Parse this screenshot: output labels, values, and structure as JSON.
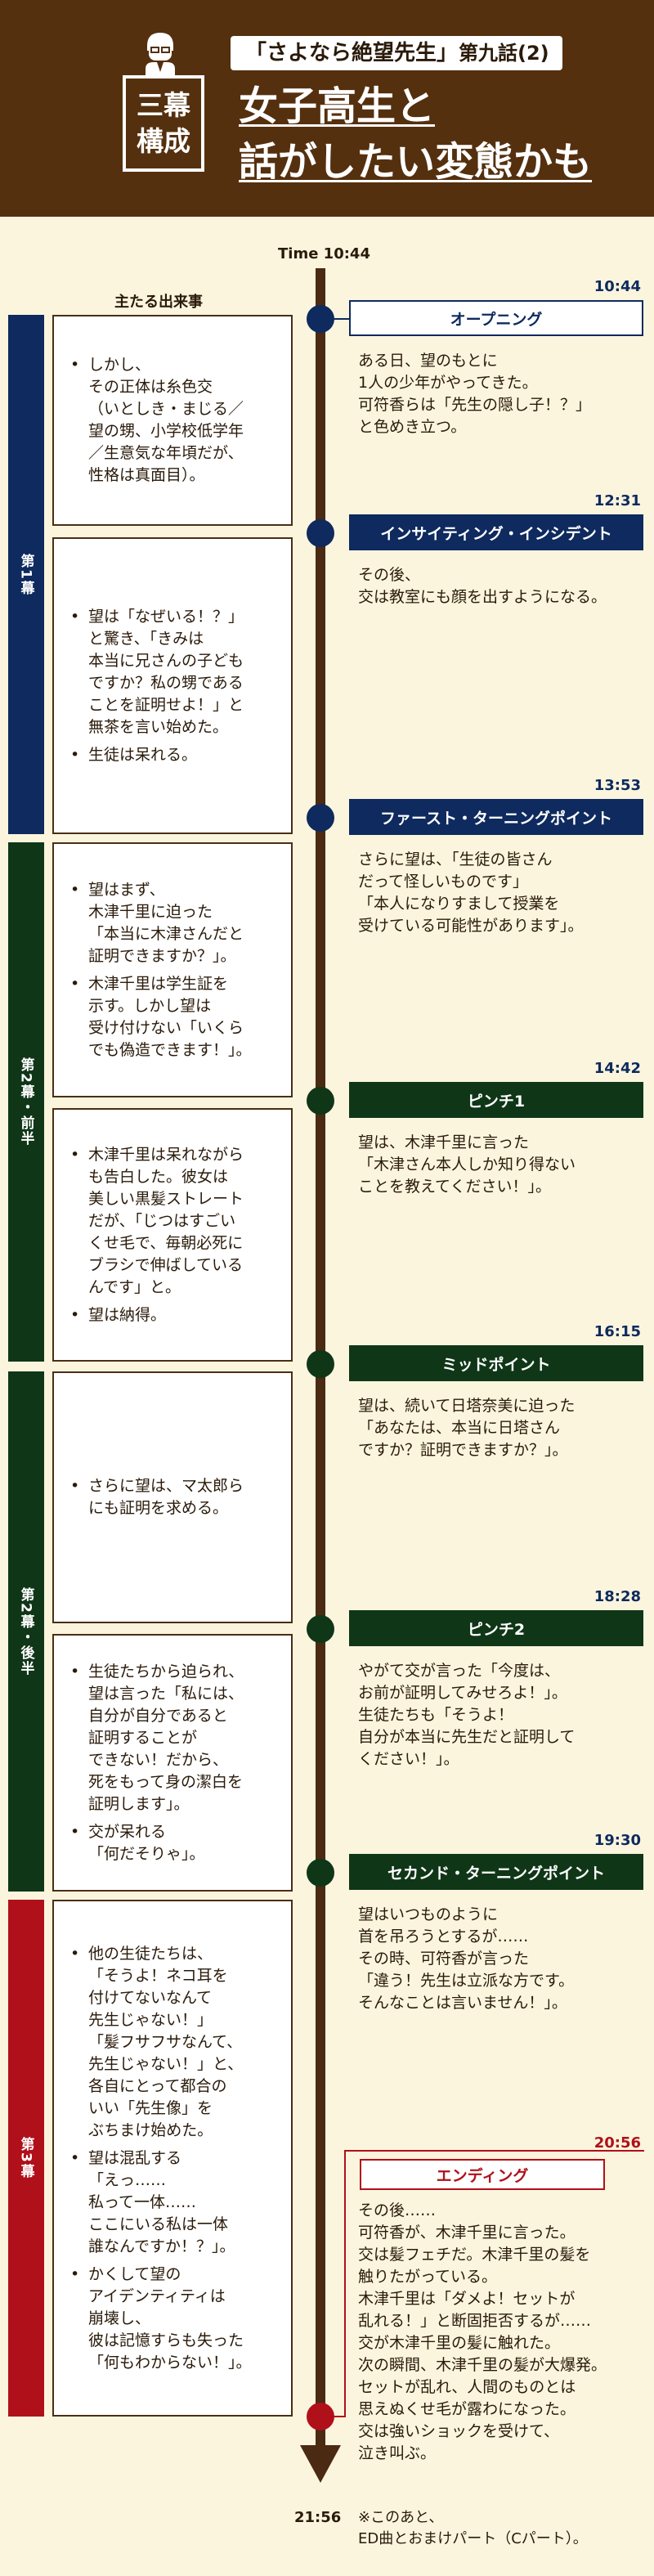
{
  "header": {
    "act_box": [
      "三幕",
      "構成"
    ],
    "series": "「さよなら絶望先生」",
    "episode": "第九話(2)",
    "title_line1": "女子高生と",
    "title_line2": "話がしたい変態かも"
  },
  "timeline": {
    "start_time": "Time 10:44",
    "column_header": "主たる出来事",
    "end_time": "21:56",
    "end_note": "※このあと、\nED曲とおまけパート（Cパート）。"
  },
  "acts": [
    {
      "label": "第1幕",
      "color": "#0e2a5e"
    },
    {
      "label": "第2幕・前半",
      "color": "#103618"
    },
    {
      "label": "第2幕・後半",
      "color": "#103618"
    },
    {
      "label": "第3幕",
      "color": "#b0101a"
    }
  ],
  "events": [
    {
      "items": [
        "しかし、\nその正体は糸色交\n（いとしき・まじる／\n望の甥、小学校低学年\n／生意気な年頃だが、\n性格は真面目）。"
      ]
    },
    {
      "items": [
        "望は「なぜいる！？」\nと驚き、「きみは\n本当に兄さんの子ども\nですか？私の甥である\nことを証明せよ！」と\n無茶を言い始めた。",
        "生徒は呆れる。"
      ]
    },
    {
      "items": [
        "望はまず、\n木津千里に迫った\n「本当に木津さんだと\n証明できますか？」。",
        "木津千里は学生証を\n示す。しかし望は\n受け付けない「いくら\nでも偽造できます！」。"
      ]
    },
    {
      "items": [
        "木津千里は呆れながら\nも告白した。彼女は\n美しい黒髪ストレート\nだが、「じつはすごい\nくせ毛で、毎朝必死に\nブラシで伸ばしている\nんです」と。",
        "望は納得。"
      ]
    },
    {
      "items": [
        "さらに望は、マ太郎ら\nにも証明を求める。"
      ]
    },
    {
      "items": [
        "生徒たちから迫られ、\n望は言った「私には、\n自分が自分であると\n証明することが\nできない！だから、\n死をもって身の潔白を\n証明します」。",
        "交が呆れる\n「何だそりゃ」。"
      ]
    },
    {
      "items": [
        "他の生徒たちは、\n「そうよ！ネコ耳を\n付けてないなんて\n先生じゃない！」\n「髪フサフサなんて、\n先生じゃない！」と、\n各自にとって都合の\nいい「先生像」を\nぶちまけ始めた。",
        "望は混乱する\n「えっ……\n私って一体……\nここにいる私は一体\n誰なんですか！？」。",
        "かくして望の\nアイデンティティは\n崩壊し、\n彼は記憶すらも失った\n「何もわからない！」。"
      ]
    }
  ],
  "beats": [
    {
      "time": "10:44",
      "label": "オープニング",
      "desc": "ある日、望のもとに\n1人の少年がやってきた。\n可符香らは「先生の隠し子！？」\nと色めき立つ。"
    },
    {
      "time": "12:31",
      "label": "インサイティング・インシデント",
      "desc": "その後、\n交は教室にも顔を出すようになる。"
    },
    {
      "time": "13:53",
      "label": "ファースト・ターニングポイント",
      "desc": "さらに望は、「生徒の皆さん\nだって怪しいものです」\n「本人になりすまして授業を\n受けている可能性があります」。"
    },
    {
      "time": "14:42",
      "label": "ピンチ1",
      "desc": "望は、木津千里に言った\n「木津さん本人しか知り得ない\nことを教えてください！」。"
    },
    {
      "time": "16:15",
      "label": "ミッドポイント",
      "desc": "望は、続いて日塔奈美に迫った\n「あなたは、本当に日塔さん\nですか？証明できますか？」。"
    },
    {
      "time": "18:28",
      "label": "ピンチ2",
      "desc": "やがて交が言った「今度は、\nお前が証明してみせろよ！」。\n生徒たちも「そうよ！\n自分が本当に先生だと証明して\nください！」。"
    },
    {
      "time": "19:30",
      "label": "セカンド・ターニングポイント",
      "desc": "望はいつものように\n首を吊ろうとするが……\nその時、可符香が言った\n「違う！先生は立派な方です。\nそんなことは言いません！」。"
    },
    {
      "time": "20:56",
      "label": "エンディング",
      "desc": "その後……\n可符香が、木津千里に言った。\n交は髪フェチだ。木津千里の髪を\n触りたがっている。\n木津千里は「ダメよ！セットが\n乱れる！」と断固拒否するが……\n交が木津千里の髪に触れた。\n次の瞬間、木津千里の髪が大爆発。\nセットが乱れ、人間のものとは\n思えぬくせ毛が露わになった。\n交は強いショックを受けて、\n泣き叫ぶ。"
    }
  ]
}
